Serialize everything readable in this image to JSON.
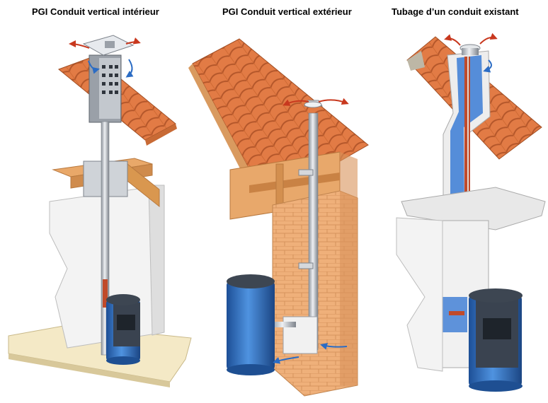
{
  "titles": {
    "interior": "PGI Conduit vertical intérieur",
    "exterior": "PGI Conduit vertical extérieur",
    "retrofit": "Tubage d’un conduit existant"
  },
  "colors": {
    "tile": "#e07a45",
    "tile_dark": "#b85a2b",
    "wood": "#e8a56a",
    "wood_dark": "#c98244",
    "brick": "#efb07a",
    "brick_line": "#cc8a52",
    "stove_blue": "#2f6fc0",
    "stove_dark": "#333c48",
    "steel": "#c8ccd2",
    "airflow": "#c8381e",
    "insulation": "#3a7bd5",
    "wall": "#f1f1f1",
    "floor": "#f2e7c4"
  }
}
